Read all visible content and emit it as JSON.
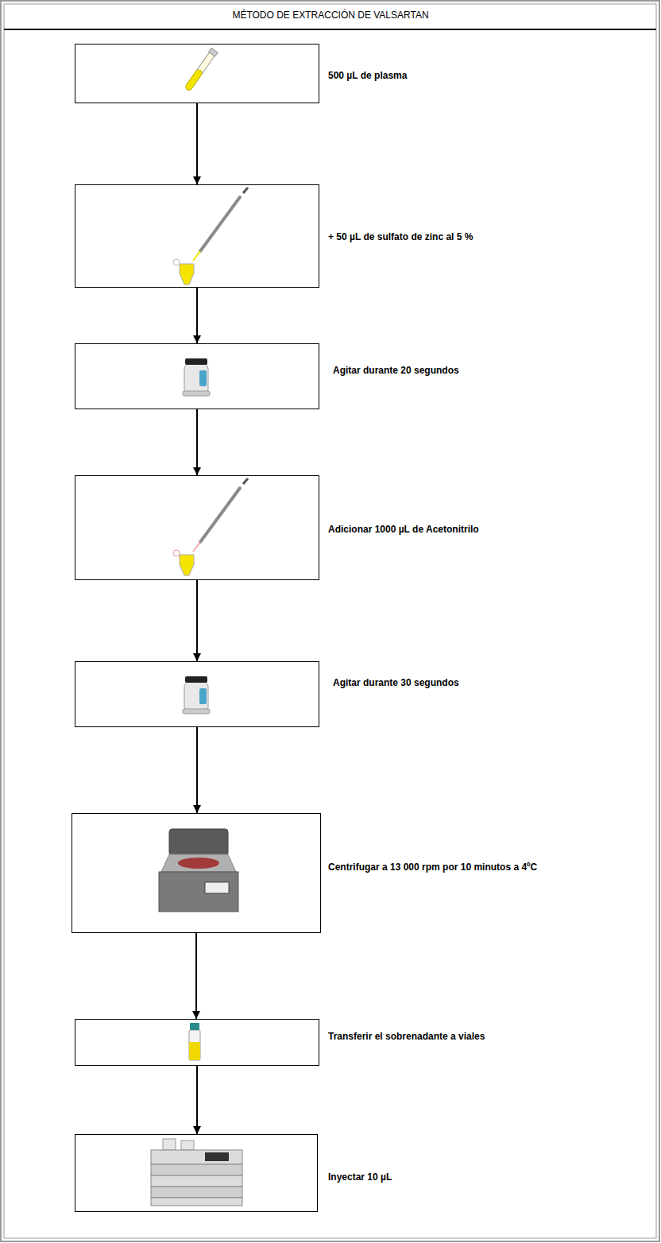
{
  "diagram": {
    "title": "MÉTODO DE EXTRACCIÓN DE VALSARTAN",
    "nodes": [
      {
        "text": [
          "500 µL de plasma"
        ]
      },
      {
        "text": [
          "+ 50 µL de sulfato de zinc al 5 %"
        ]
      },
      {
        "text": [
          "Agitar durante 20 segundos"
        ]
      },
      {
        "text": [
          "Adicionar 1000 µL de Acetonitrilo"
        ]
      },
      {
        "text": [
          "Agitar durante 30 segundos"
        ]
      },
      {
        "text": [
          "Centrifugar a 13 000 rpm por 10 minutos a 4ºC"
        ]
      },
      {
        "text": [
          "Transferir el sobrenadante a viales"
        ]
      },
      {
        "text": [
          "Inyectar 10 µL"
        ]
      }
    ],
    "edges": [
      {
        "from": 0,
        "to": 1,
        "arrow": "to"
      },
      {
        "from": 1,
        "to": 2,
        "arrow": "to"
      },
      {
        "from": 2,
        "to": 3,
        "arrow": "to"
      },
      {
        "from": 3,
        "to": 4,
        "arrow": "to"
      },
      {
        "from": 4,
        "to": 5,
        "arrow": "to"
      },
      {
        "from": 5,
        "to": 6,
        "arrow": "to"
      },
      {
        "from": 6,
        "to": 7,
        "arrow": "to"
      }
    ]
  }
}
